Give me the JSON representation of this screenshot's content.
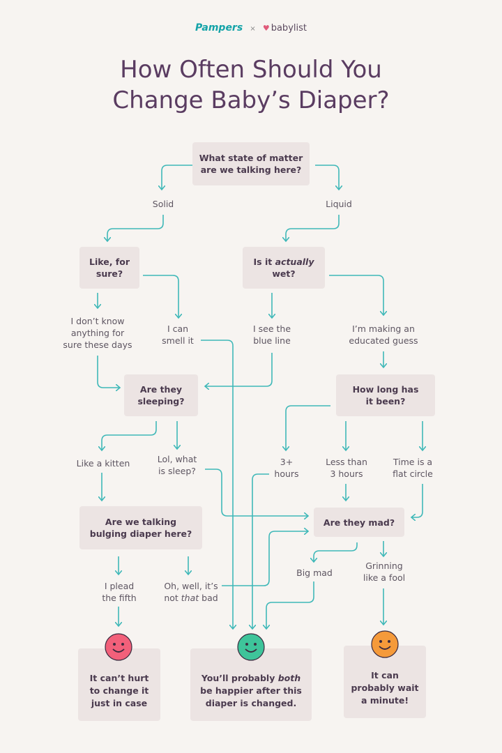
{
  "brand": {
    "left": "Pampers",
    "separator": "×",
    "right": "babylist",
    "heart": "heart-icon"
  },
  "title": {
    "line1": "How Often Should You",
    "line2": "Change Baby’s Diaper?"
  },
  "nodes": {
    "q_state": [
      "What state of matter",
      "are we talking here?"
    ],
    "q_sure": [
      "Like, for",
      "sure?"
    ],
    "q_wet_pre": "Is it ",
    "q_wet_em": "actually",
    "q_wet_line2": "wet?",
    "q_sleeping": [
      "Are they",
      "sleeping?"
    ],
    "q_howlong": [
      "How long has",
      "it been?"
    ],
    "q_bulging": [
      "Are we talking",
      "bulging diaper here?"
    ],
    "q_mad": "Are they mad?",
    "r_change": [
      "It can’t hurt",
      "to change it",
      "just in case"
    ],
    "r_happier_pre": "You’ll probably ",
    "r_happier_em": "both",
    "r_happier_l2": "be happier after this",
    "r_happier_l3": "diaper is changed.",
    "r_wait": [
      "It can",
      "probably wait",
      "a minute!"
    ]
  },
  "labels": {
    "solid": "Solid",
    "liquid": "Liquid",
    "dont_know": [
      "I don’t know",
      "anything for",
      "sure these days"
    ],
    "can_smell": [
      "I can",
      "smell it"
    ],
    "blue_line": [
      "I see the",
      "blue line"
    ],
    "educated": [
      "I’m making an",
      "educated guess"
    ],
    "kitten": "Like a kitten",
    "lol": [
      "Lol, what",
      "is sleep?"
    ],
    "three_plus": [
      "3+",
      "hours"
    ],
    "less_than": [
      "Less than",
      "3 hours"
    ],
    "flat_circle": [
      "Time is a",
      "flat circle"
    ],
    "plead": [
      "I plead",
      "the fifth"
    ],
    "oh_well_l1": "Oh, well, it’s",
    "oh_well_pre": "not ",
    "oh_well_em": "that",
    "oh_well_post": " bad",
    "big_mad": "Big mad",
    "grinning": [
      "Grinning",
      "like a fool"
    ]
  },
  "colors": {
    "arrow": "#3fb8b8",
    "box": "#ece4e3",
    "title": "#5a3c61",
    "brand": "#14a3a8"
  },
  "faces": [
    {
      "name": "smiley-pink-icon",
      "color": "#f2607a"
    },
    {
      "name": "smiley-green-icon",
      "color": "#3ec49a"
    },
    {
      "name": "smiley-orange-icon",
      "color": "#f59a3a"
    }
  ]
}
